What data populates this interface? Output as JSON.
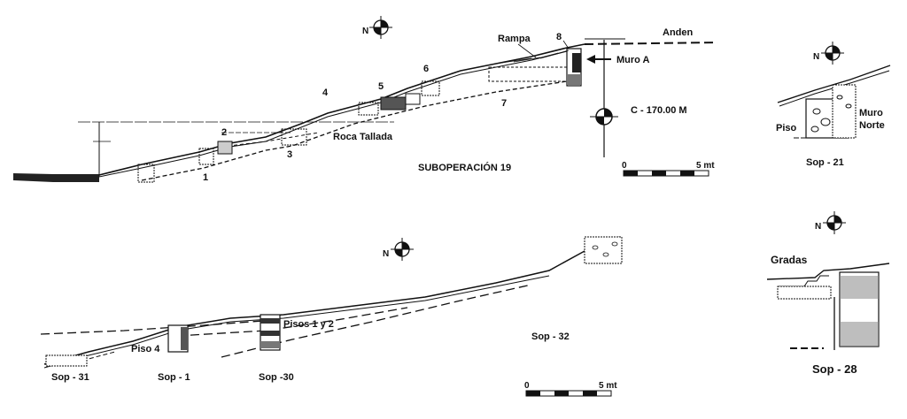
{
  "top": {
    "title": "SUBOPERACIÓN 19",
    "labels": {
      "rampa": "Rampa",
      "anden": "Anden",
      "muro_a": "Muro A",
      "datum": "C - 170.00 M",
      "roca": "Roca Tallada",
      "n1": "1",
      "n2": "2",
      "n3": "3",
      "n4": "4",
      "n5": "5",
      "n6": "6",
      "n7": "7",
      "n8": "8"
    },
    "scale": {
      "start": "0",
      "end": "5 mt"
    }
  },
  "sop21": {
    "piso": "Piso",
    "muro1": "Muro",
    "muro2": "Norte",
    "caption": "Sop - 21"
  },
  "sop28": {
    "gradas": "Gradas",
    "caption": "Sop - 28"
  },
  "bottom": {
    "labels": {
      "piso4": "Piso 4",
      "pisos": "Pisos 1 y 2",
      "sop31": "Sop - 31",
      "sop1": "Sop - 1",
      "sop30": "Sop -30",
      "sop32": "Sop - 32"
    },
    "scale": {
      "start": "0",
      "end": "5 mt"
    }
  },
  "north": "N",
  "icons": [
    "north-arrow-icon",
    "datum-marker-icon",
    "scale-bar-icon",
    "arrow-left-icon"
  ]
}
